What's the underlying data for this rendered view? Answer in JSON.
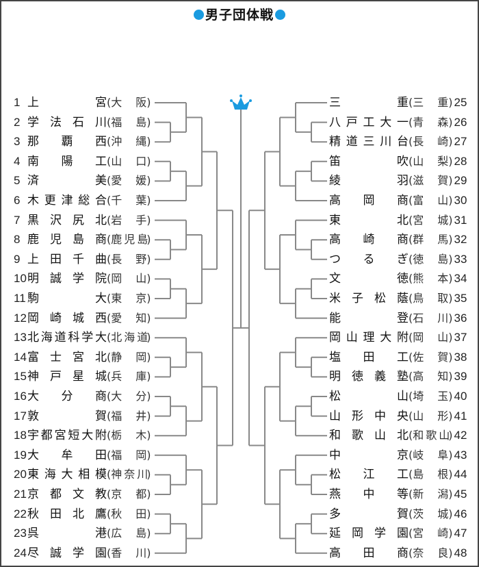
{
  "title": "男子団体戦",
  "colors": {
    "accent": "#1a9be0",
    "line": "#888888",
    "border": "#444444"
  },
  "icons": {
    "title_decor": "blue-dot",
    "champion": "crown-icon"
  },
  "left_teams": [
    {
      "seed": "1",
      "school": "上宮",
      "pref": "大阪"
    },
    {
      "seed": "2",
      "school": "学法石川",
      "pref": "福島"
    },
    {
      "seed": "3",
      "school": "那覇西",
      "pref": "沖縄"
    },
    {
      "seed": "4",
      "school": "南陽工",
      "pref": "山口"
    },
    {
      "seed": "5",
      "school": "済美",
      "pref": "愛媛"
    },
    {
      "seed": "6",
      "school": "木更津総合",
      "pref": "千葉"
    },
    {
      "seed": "7",
      "school": "黒沢尻北",
      "pref": "岩手"
    },
    {
      "seed": "8",
      "school": "鹿児島商",
      "pref": "鹿児島"
    },
    {
      "seed": "9",
      "school": "上田千曲",
      "pref": "長野"
    },
    {
      "seed": "10",
      "school": "明誠学院",
      "pref": "岡山"
    },
    {
      "seed": "11",
      "school": "駒大",
      "pref": "東京"
    },
    {
      "seed": "12",
      "school": "岡崎城西",
      "pref": "愛知"
    },
    {
      "seed": "13",
      "school": "北海道科学大",
      "pref": "北海道"
    },
    {
      "seed": "14",
      "school": "富士宮北",
      "pref": "静岡"
    },
    {
      "seed": "15",
      "school": "神戸星城",
      "pref": "兵庫"
    },
    {
      "seed": "16",
      "school": "大分商",
      "pref": "大分"
    },
    {
      "seed": "17",
      "school": "敦賀",
      "pref": "福井"
    },
    {
      "seed": "18",
      "school": "宇都宮短大附",
      "pref": "栃木"
    },
    {
      "seed": "19",
      "school": "大牟田",
      "pref": "福岡"
    },
    {
      "seed": "20",
      "school": "東海大相模",
      "pref": "神奈川"
    },
    {
      "seed": "21",
      "school": "京都文教",
      "pref": "京都"
    },
    {
      "seed": "22",
      "school": "秋田北鷹",
      "pref": "秋田"
    },
    {
      "seed": "23",
      "school": "呉港",
      "pref": "広島"
    },
    {
      "seed": "24",
      "school": "尽誠学園",
      "pref": "香川"
    }
  ],
  "right_teams": [
    {
      "seed": "25",
      "school": "三重",
      "pref": "三重"
    },
    {
      "seed": "26",
      "school": "八戸工大一",
      "pref": "青森"
    },
    {
      "seed": "27",
      "school": "精道三川台",
      "pref": "長崎"
    },
    {
      "seed": "28",
      "school": "笛吹",
      "pref": "山梨"
    },
    {
      "seed": "29",
      "school": "綾羽",
      "pref": "滋賀"
    },
    {
      "seed": "30",
      "school": "高岡商",
      "pref": "富山"
    },
    {
      "seed": "31",
      "school": "東北",
      "pref": "宮城"
    },
    {
      "seed": "32",
      "school": "高崎商",
      "pref": "群馬"
    },
    {
      "seed": "33",
      "school": "つるぎ",
      "pref": "徳島"
    },
    {
      "seed": "34",
      "school": "文徳",
      "pref": "熊本"
    },
    {
      "seed": "35",
      "school": "米子松蔭",
      "pref": "鳥取"
    },
    {
      "seed": "36",
      "school": "能登",
      "pref": "石川"
    },
    {
      "seed": "37",
      "school": "岡山理大附",
      "pref": "岡山"
    },
    {
      "seed": "38",
      "school": "塩田工",
      "pref": "佐賀"
    },
    {
      "seed": "39",
      "school": "明徳義塾",
      "pref": "高知"
    },
    {
      "seed": "40",
      "school": "松山",
      "pref": "埼玉"
    },
    {
      "seed": "41",
      "school": "山形中央",
      "pref": "山形"
    },
    {
      "seed": "42",
      "school": "和歌山北",
      "pref": "和歌山"
    },
    {
      "seed": "43",
      "school": "中京",
      "pref": "岐阜"
    },
    {
      "seed": "44",
      "school": "松江工",
      "pref": "島根"
    },
    {
      "seed": "45",
      "school": "燕中等",
      "pref": "新潟"
    },
    {
      "seed": "46",
      "school": "多賀",
      "pref": "茨城"
    },
    {
      "seed": "47",
      "school": "延岡学園",
      "pref": "宮崎"
    },
    {
      "seed": "48",
      "school": "高田商",
      "pref": "奈良"
    }
  ]
}
